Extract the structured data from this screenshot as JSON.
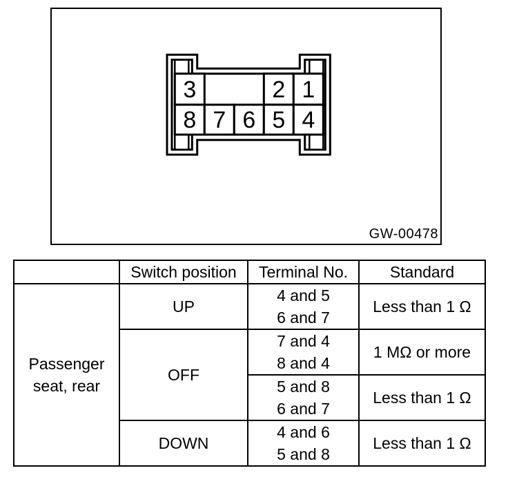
{
  "colors": {
    "ink": "#000000",
    "background": "#ffffff"
  },
  "figure": {
    "code_label": "GW-00478",
    "connector": {
      "terminals_top": [
        "3",
        "2",
        "1"
      ],
      "terminals_bottom": [
        "8",
        "7",
        "6",
        "5",
        "4"
      ]
    }
  },
  "table": {
    "headers": {
      "switch_position": "Switch position",
      "terminal_no": "Terminal No.",
      "standard": "Standard"
    },
    "row_group_label": "Passenger seat, rear",
    "rows": [
      {
        "switch_position": "UP",
        "terminal_lines": [
          "4 and 5",
          "6 and 7"
        ],
        "standard": "Less than 1 Ω"
      },
      {
        "switch_position": "OFF",
        "terminal_lines": [
          "7 and 4",
          "8 and 4"
        ],
        "standard": "1 MΩ or more"
      },
      {
        "terminal_lines": [
          "5 and 8",
          "6 and 7"
        ],
        "standard": "Less than 1 Ω"
      },
      {
        "switch_position": "DOWN",
        "terminal_lines": [
          "4 and 6",
          "5 and 8"
        ],
        "standard": "Less than 1 Ω"
      }
    ]
  }
}
